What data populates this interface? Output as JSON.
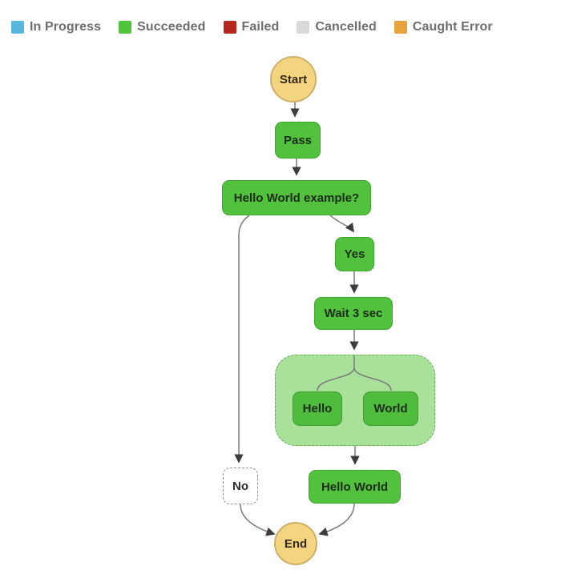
{
  "legend": {
    "items": [
      {
        "label": "In Progress",
        "color": "#57b6dc"
      },
      {
        "label": "Succeeded",
        "color": "#50c43c"
      },
      {
        "label": "Failed",
        "color": "#b9241c"
      },
      {
        "label": "Cancelled",
        "color": "#d9d9d9"
      },
      {
        "label": "Caught Error",
        "color": "#e9a33c"
      }
    ]
  },
  "graph": {
    "nodes": {
      "start": {
        "label": "Start",
        "type": "start-terminal",
        "status": "terminal"
      },
      "pass": {
        "label": "Pass",
        "type": "pass-state",
        "status": "succeeded"
      },
      "choice": {
        "label": "Hello World example?",
        "type": "choice-state",
        "status": "succeeded"
      },
      "yes": {
        "label": "Yes",
        "type": "choice-branch",
        "status": "succeeded"
      },
      "no": {
        "label": "No",
        "type": "choice-branch",
        "status": "not-executed"
      },
      "wait": {
        "label": "Wait 3 sec",
        "type": "wait-state",
        "status": "succeeded"
      },
      "parallel": {
        "label": "",
        "type": "parallel-group",
        "status": "succeeded"
      },
      "hello": {
        "label": "Hello",
        "type": "parallel-branch",
        "status": "succeeded"
      },
      "world": {
        "label": "World",
        "type": "parallel-branch",
        "status": "succeeded"
      },
      "hello_world": {
        "label": "Hello World",
        "type": "task-state",
        "status": "succeeded"
      },
      "end": {
        "label": "End",
        "type": "end-terminal",
        "status": "terminal"
      }
    },
    "edges": [
      {
        "from": "start",
        "to": "pass"
      },
      {
        "from": "pass",
        "to": "choice"
      },
      {
        "from": "choice",
        "to": "yes"
      },
      {
        "from": "choice",
        "to": "no"
      },
      {
        "from": "yes",
        "to": "wait"
      },
      {
        "from": "wait",
        "to": "parallel"
      },
      {
        "from": "parallel",
        "to": "hello"
      },
      {
        "from": "parallel",
        "to": "world"
      },
      {
        "from": "parallel",
        "to": "hello_world"
      },
      {
        "from": "hello_world",
        "to": "end"
      },
      {
        "from": "no",
        "to": "end"
      }
    ]
  },
  "colors": {
    "status_in_progress": "#57b6dc",
    "status_succeeded": "#50c43c",
    "status_failed": "#b9241c",
    "status_cancelled": "#d9d9d9",
    "status_caught_error": "#e9a33c",
    "node_green_fill": "#52c13d",
    "node_green_border": "#3da42c",
    "parallel_group_fill": "#a9e19b",
    "parallel_group_border": "#5cad4c",
    "terminal_fill": "#f3d580",
    "terminal_border": "#ccb069",
    "edge_line": "#7a7a7a",
    "edge_arrowhead": "#3c3c3c",
    "legend_text": "#6d6d6d",
    "background": "#ffffff"
  }
}
